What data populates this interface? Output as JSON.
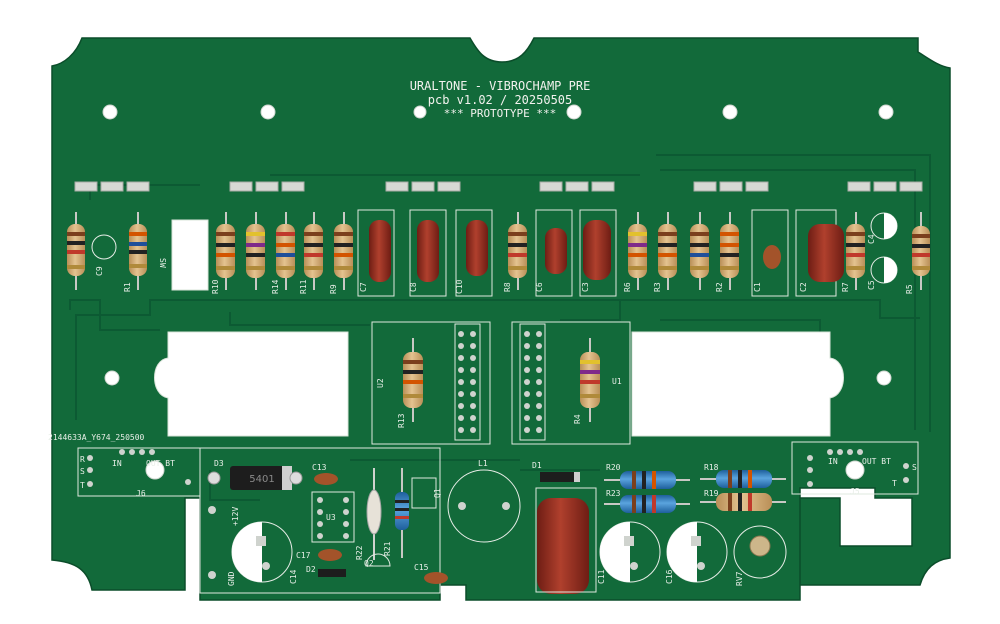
{
  "board": {
    "title": "URALTONE - VIBROCHAMP PRE",
    "version": "pcb v1.02 / 20250505",
    "status": "*** PROTOTYPE ***",
    "order_code": "2144633A_Y674_250500"
  },
  "colors": {
    "pcb": "#126a3a",
    "silkscreen": "#f2f2ee",
    "cap_film": "#8e2a1f",
    "resistor_body": "#d6b27a",
    "resistor_blue": "#2d7fc0"
  },
  "labels": {
    "c9": "C9",
    "r1": "R1",
    "sw": "SW",
    "r10": "R10",
    "r14": "R14",
    "r11": "R11",
    "r9": "R9",
    "c7": "C7",
    "c8": "C8",
    "c10": "C10",
    "r8": "R8",
    "c6": "C6",
    "c3": "C3",
    "r6": "R6",
    "r3": "R3",
    "r2": "R2",
    "c1": "C1",
    "c2": "C2",
    "r7": "R7",
    "c4": "C4",
    "c5": "C5",
    "r5": "R5",
    "u2": "U2",
    "u1": "U1",
    "r13": "R13",
    "r4": "R4",
    "d3": "D3",
    "c13": "C13",
    "u3": "U3",
    "c17": "C17",
    "d2": "D2",
    "c14": "C14",
    "r22": "R22",
    "r21": "R21",
    "q2": "Q2",
    "q1": "Q1",
    "c15": "C15",
    "l1": "L1",
    "d1": "D1",
    "r20": "R20",
    "r23": "R23",
    "r18": "R18",
    "r19": "R19",
    "c11": "C11",
    "c16": "C16",
    "rv7": "RV7",
    "j6": "J6",
    "j5": "J5",
    "plus12v": "+12V",
    "gnd": "GND",
    "j6_in": "IN",
    "j6_out": "OUT BT",
    "j5_in": "IN",
    "j5_out": "OUT BT",
    "rst_r": "R",
    "rst_s": "S",
    "rst_t": "T",
    "ts_t": "T",
    "ts_s": "S",
    "diode_mark": "5401"
  }
}
